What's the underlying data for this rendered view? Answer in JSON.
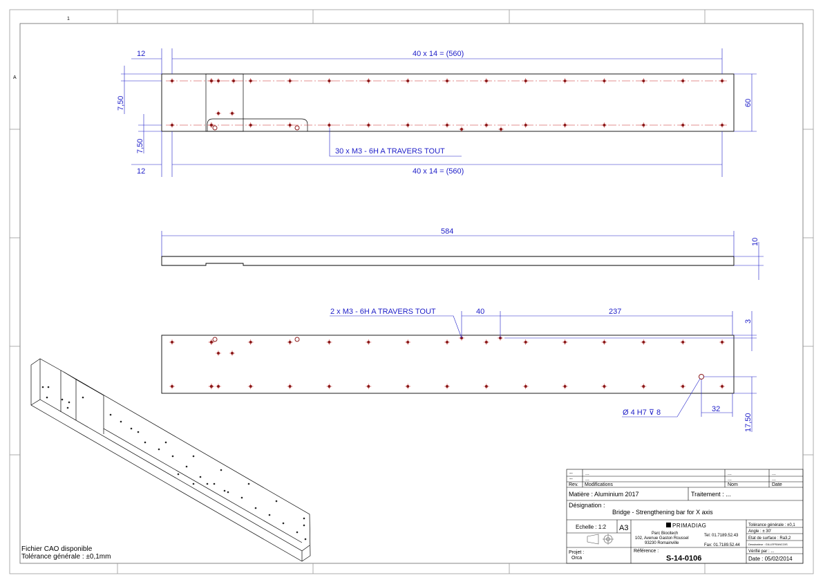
{
  "sheet": {
    "zone_col_1": "1",
    "zone_row_a": "A"
  },
  "top_view": {
    "dim_left_top": "12",
    "dim_span_top": "40 x 14 = (560)",
    "dim_v_top": "7,50",
    "dim_v_bottom": "7,50",
    "dim_height": "60",
    "dim_left_bottom": "12",
    "dim_span_bottom": "40 x 14 = (560)",
    "callout_holes": "30 x M3 - 6H A TRAVERS TOUT"
  },
  "side_view": {
    "dim_length": "584",
    "dim_thickness": "10"
  },
  "bottom_view": {
    "callout_holes": "2 x M3 - 6H A TRAVERS TOUT",
    "dim_40": "40",
    "dim_237": "237",
    "dim_3": "3",
    "callout_bore": "Ø 4  H7 ⊽ 8",
    "dim_32": "32",
    "dim_17_50": "17,50"
  },
  "notes": {
    "cad_available": "Fichier CAO disponible",
    "tolerance": "Tolérance générale : ±0,1mm"
  },
  "title_block": {
    "rev_rows": [
      {
        "rev": "--",
        "mod": "...",
        "nom": "...",
        "date": "..."
      },
      {
        "rev": "--",
        "mod": "...",
        "nom": "...",
        "date": "..."
      }
    ],
    "rev_header": "Rev.",
    "mod_header": "Modifications",
    "nom_header": "Nom",
    "date_header": "Date",
    "matiere": "Matière : Aluminium 2017",
    "traitement": "Traitement : ...",
    "designation_label": "Désignation :",
    "designation": "Bridge - Strengthening bar for X axis",
    "tol_gen": "Tolérance générale : ±0,1",
    "echelle": "Echelle : 1:2",
    "format": "A3",
    "company": "PRIMADIAG",
    "address_1": "Parc Biocitech",
    "address_2": "102, Avenue Gaston Roussel",
    "address_3": "93230 Romainville",
    "tel": "Tel: 01.7189.52.43",
    "fax": "Fax: 01.7189.52.44",
    "angle": "Angle : ± 30'",
    "surface": "Etat de surface : Ra3,2",
    "dessinateur": "Dessinateur : GILLEFRANCOIS",
    "verifie": "Vérifié par : ...",
    "projet_label": "Projet :",
    "projet": "Orca",
    "reference_label": "Référence :",
    "reference": "S-14-0106",
    "date": "Date : 05/02/2014"
  }
}
